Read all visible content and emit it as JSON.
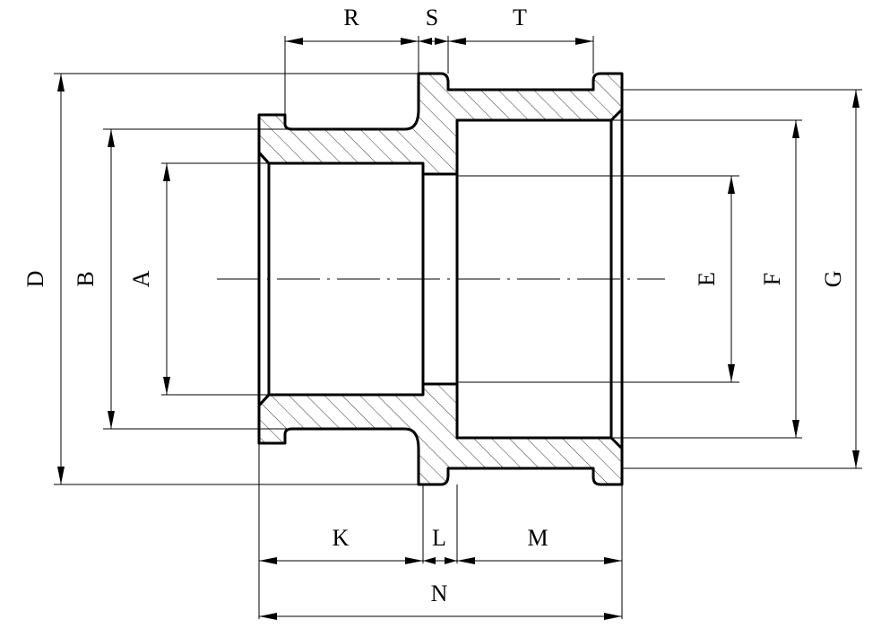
{
  "drawing": {
    "title": "Pipe reducer fitting cross-section",
    "colors": {
      "line": "#000000",
      "background": "#ffffff"
    }
  },
  "labels": {
    "R": "R",
    "S": "S",
    "T": "T",
    "D": "D",
    "B": "B",
    "A": "A",
    "E": "E",
    "F": "F",
    "G": "G",
    "K": "K",
    "L": "L",
    "M": "M",
    "N": "N"
  }
}
